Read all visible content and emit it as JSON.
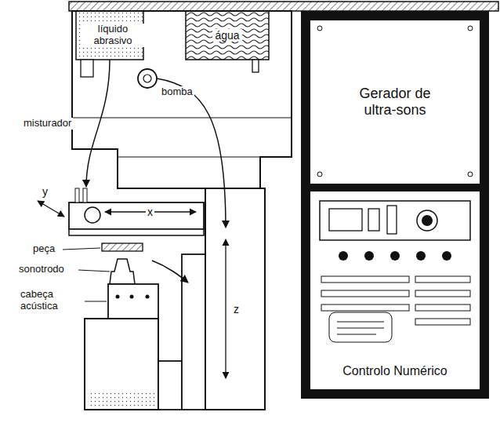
{
  "diagram": {
    "nodes": [
      {
        "text": [
          "líquido abrasivo"
        ]
      },
      {
        "text": [
          "água"
        ]
      },
      {
        "text": [
          "Gerador de ultra-sons"
        ]
      },
      {
        "text": [
          "Controlo Numérico"
        ]
      }
    ],
    "labels": [
      "misturador",
      "bomba",
      "peça",
      "sonotrodo",
      "cabeça acústica",
      "x",
      "y",
      "z"
    ]
  }
}
